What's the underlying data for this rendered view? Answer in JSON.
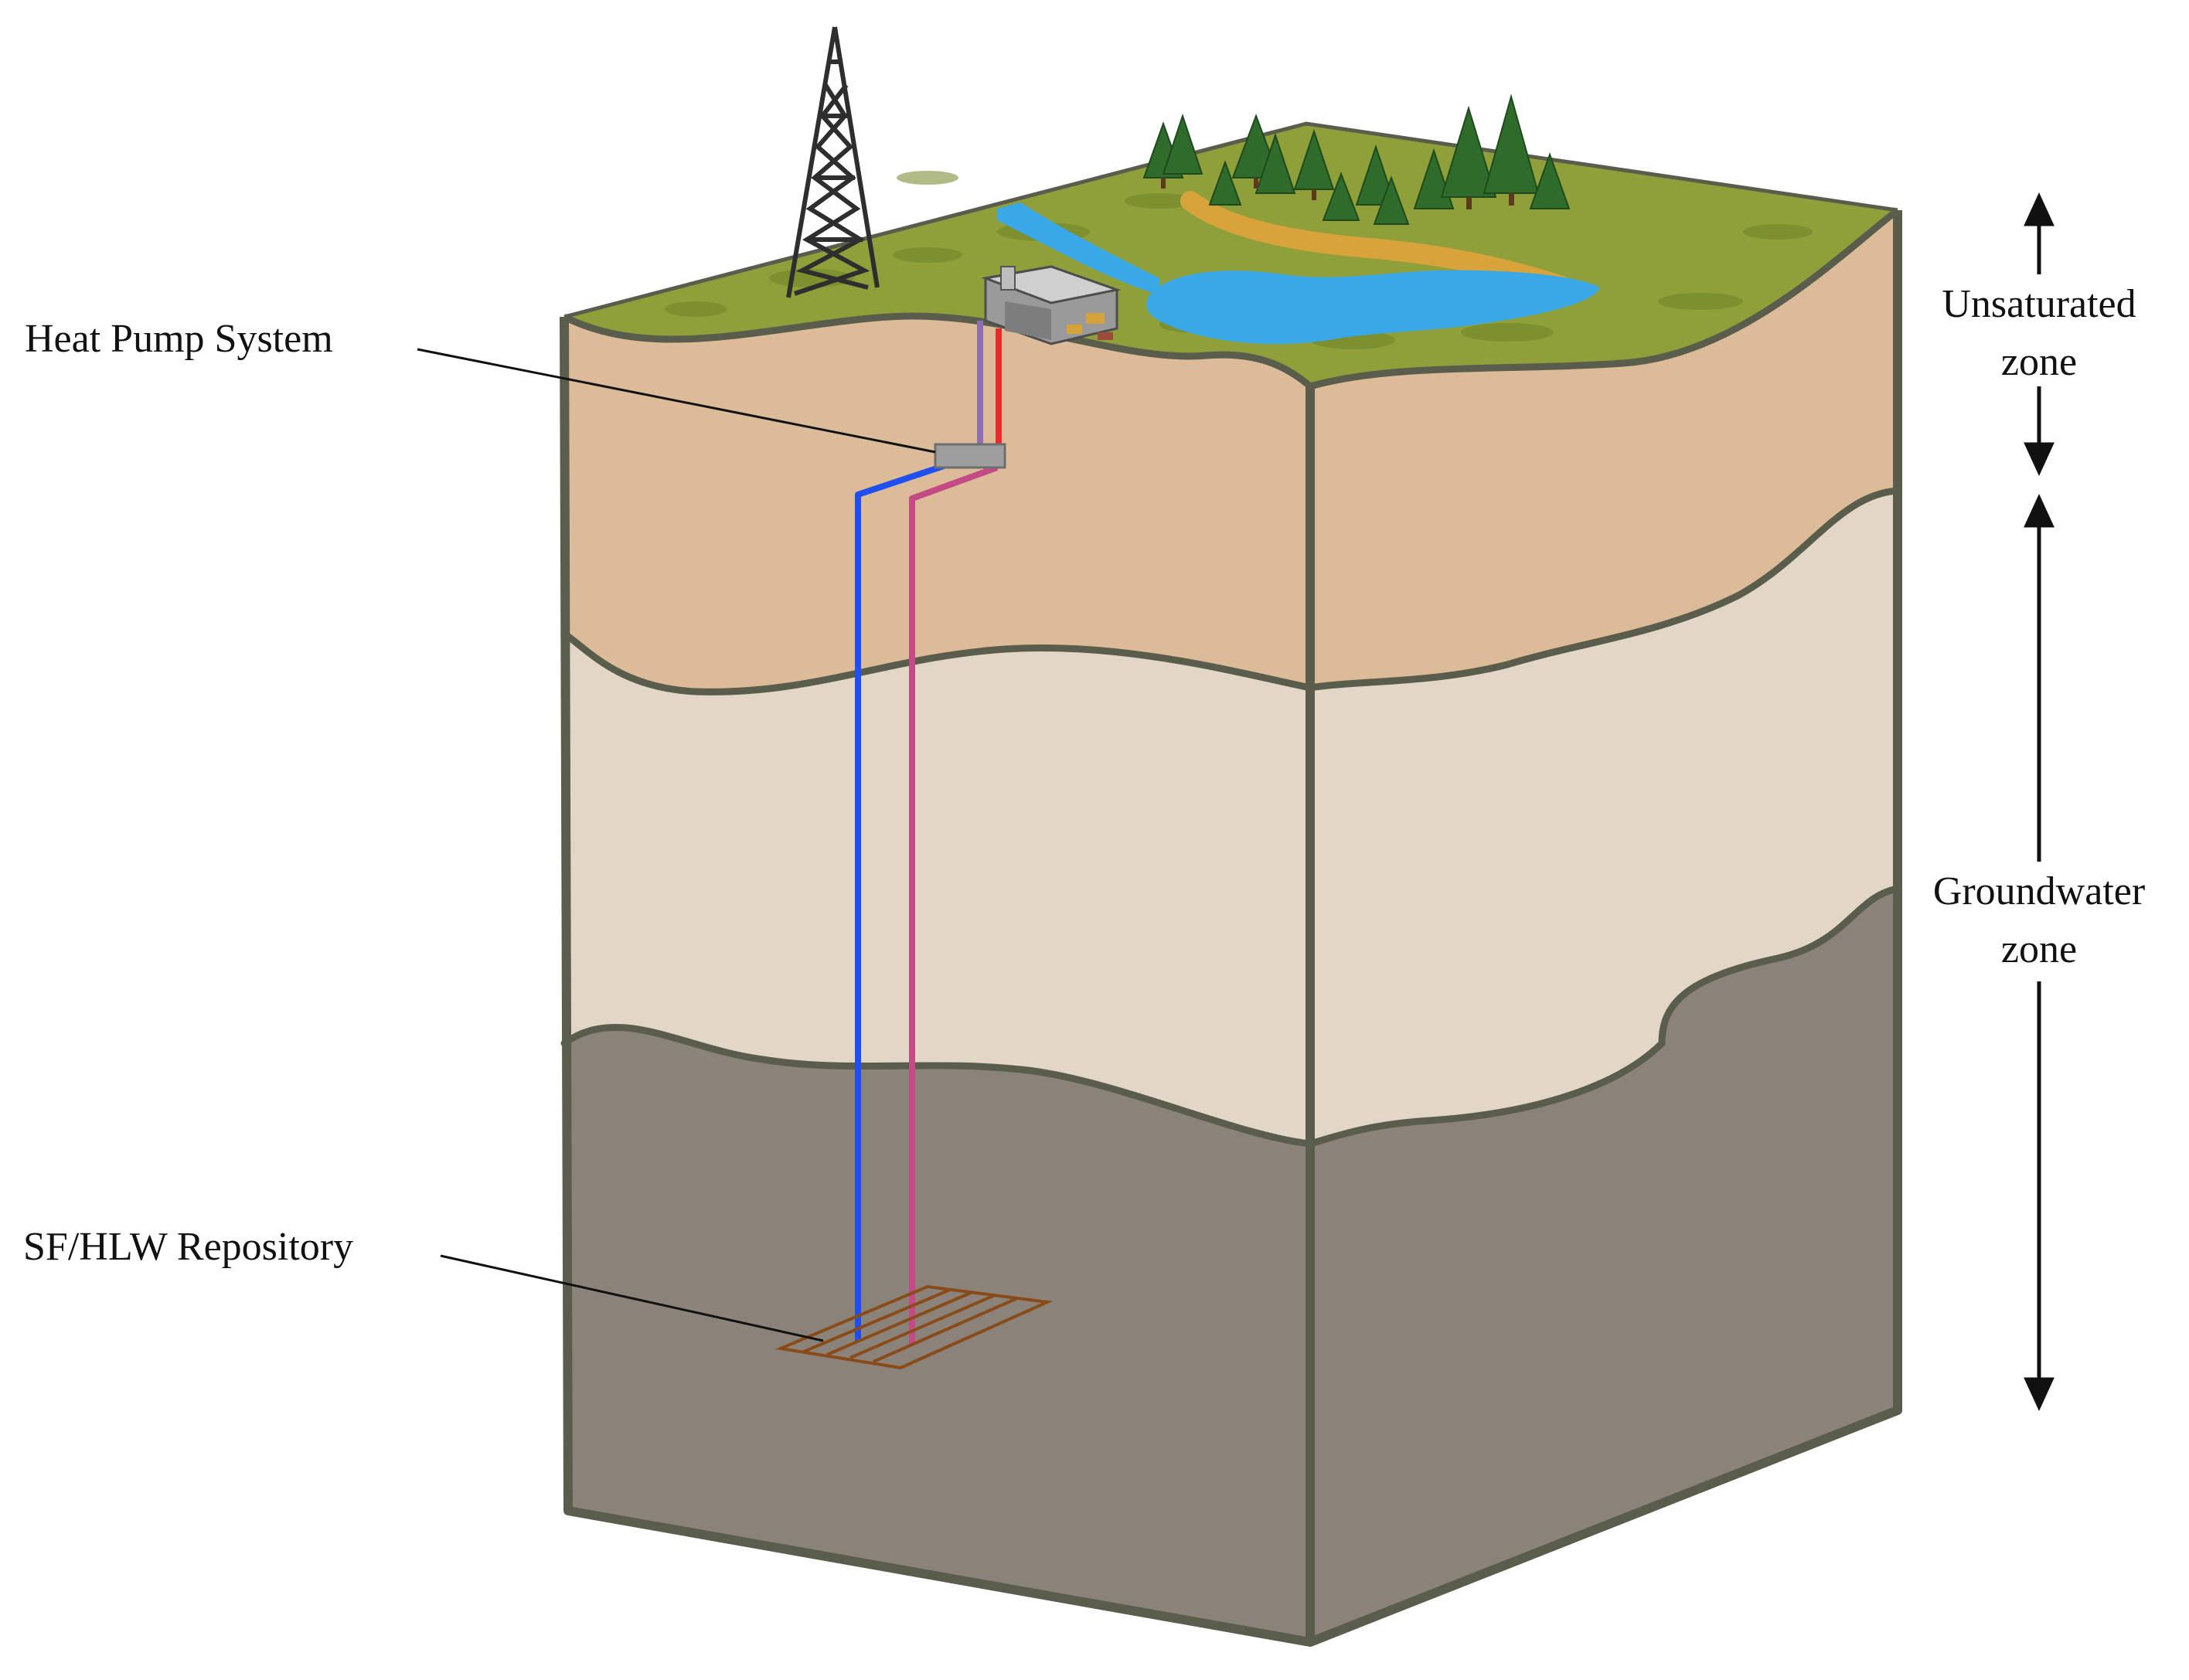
{
  "labels": {
    "heat_pump": "Heat Pump System",
    "repository": "SF/HLW Repository",
    "unsaturated_line1": "Unsaturated",
    "unsaturated_line2": "zone",
    "groundwater_line1": "Groundwater",
    "groundwater_line2": "zone"
  },
  "colors": {
    "soil_top": "#dcbb98",
    "soil_middle": "#e2d6c6",
    "rock_bottom": "#8b837a",
    "grass": "#8fa03a",
    "water": "#3aa7e6",
    "outline": "#5a5c4c",
    "pipe_cold": "#1f4ff0",
    "pipe_hot": "#c44a86",
    "pipe_red": "#e52b2b",
    "repository_grid": "#8a4b1a"
  },
  "icons": {
    "tower": "transmission-tower-icon",
    "building": "power-plant-building-icon",
    "trees": "forest-trees-icon",
    "lake": "lake-icon",
    "river": "river-icon"
  }
}
